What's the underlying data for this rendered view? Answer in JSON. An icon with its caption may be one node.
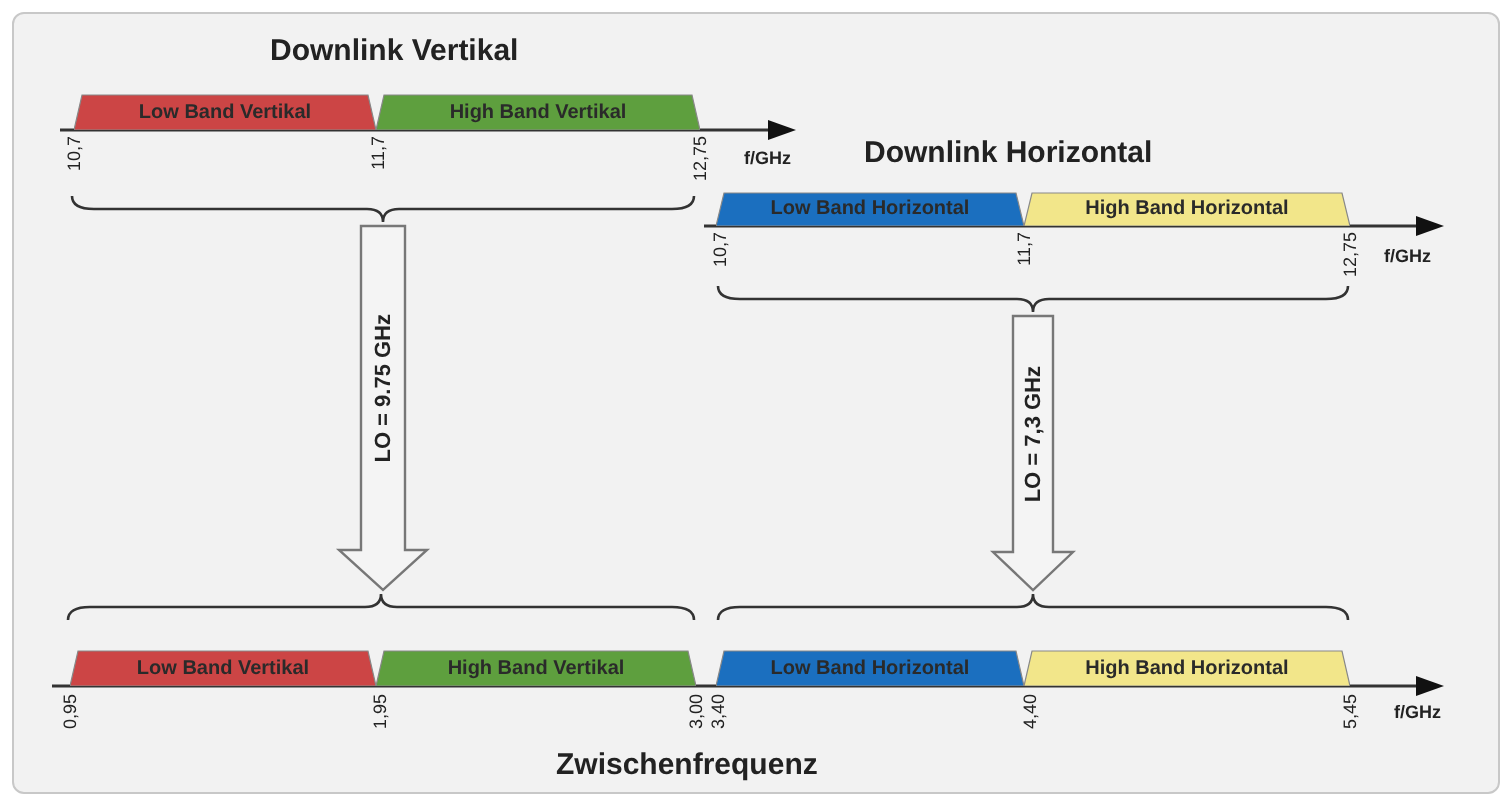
{
  "diagram": {
    "nodes": [
      {
        "text": [
          "Low Band Vertikal"
        ]
      },
      {
        "text": [
          "High Band Vertikal"
        ]
      },
      {
        "text": [],
        "shape": "brace"
      },
      {
        "text": [
          "Low Band Horizontal"
        ]
      },
      {
        "text": [
          "High Band Horizontal"
        ]
      },
      {
        "text": [],
        "shape": "brace"
      },
      {
        "text": [],
        "shape": "brace"
      },
      {
        "text": [],
        "shape": "brace"
      },
      {
        "text": [
          "Low Band Vertikal"
        ]
      },
      {
        "text": [
          "High Band Vertikal"
        ]
      },
      {
        "text": [
          "Low Band Horizontal"
        ]
      },
      {
        "text": [
          "High Band Horizontal"
        ]
      }
    ],
    "edges": [
      {
        "from": 2,
        "to": 6,
        "arrow": "to",
        "label": "LO = 9.75 GHz"
      },
      {
        "from": 5,
        "to": 7,
        "arrow": "to",
        "label": "LO = 7,3 GHz"
      }
    ],
    "labels": [
      "Downlink Vertikal",
      "10,7",
      "11,7",
      "12,75",
      "f/GHz",
      "Downlink Horizontal",
      "10,7",
      "11,7",
      "12,75",
      "f/GHz",
      "0,95",
      "1,95",
      "3,00",
      "3,40",
      "4,40",
      "5,45",
      "f/GHz",
      "Zwischenfrequenz"
    ]
  }
}
